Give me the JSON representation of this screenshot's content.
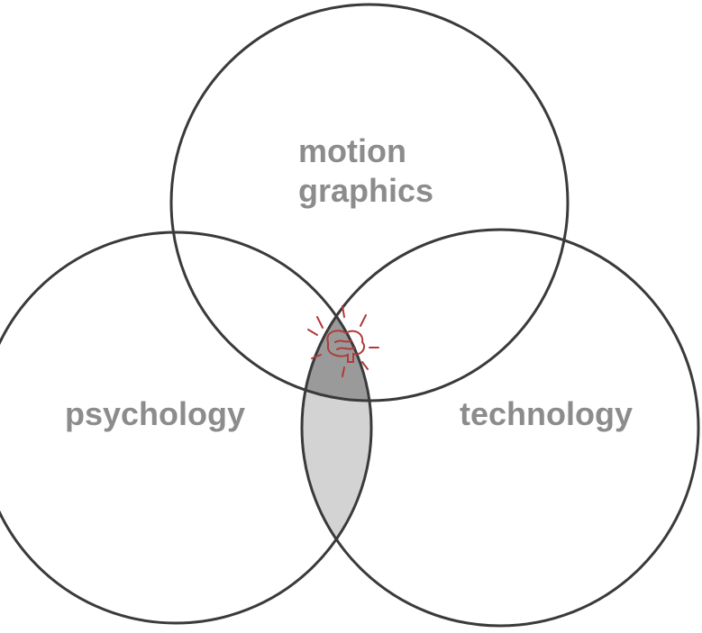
{
  "diagram": {
    "sets": [
      {
        "id": "motion-graphics",
        "lines": [
          "motion",
          "graphics"
        ]
      },
      {
        "id": "psychology",
        "lines": [
          "psychology"
        ]
      },
      {
        "id": "technology",
        "lines": [
          "technology"
        ]
      }
    ],
    "highlight": {
      "regions": [
        "all-three",
        "psychology-technology"
      ],
      "icon": "brain-lightbulb-icon"
    },
    "colors": {
      "outline": "#3a3a3a",
      "label": "#8c8c8c",
      "center_shade": "#9a9a9a",
      "pair_shade": "#d3d3d3",
      "icon": "#b23a3a"
    }
  }
}
